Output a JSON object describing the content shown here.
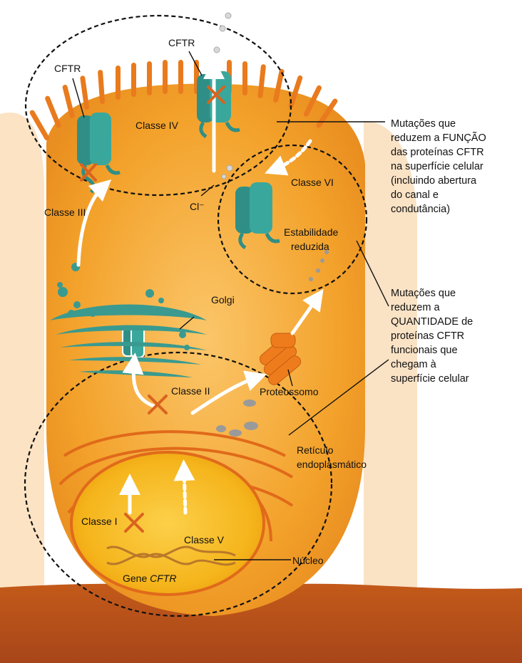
{
  "labels": {
    "cftr_left": "CFTR",
    "cftr_top": "CFTR",
    "classe_iv": "Classe IV",
    "classe_vi": "Classe VI",
    "cl": "Cl⁻",
    "estabilidade": "Estabilidade",
    "reduzida": "reduzida",
    "classe_iii": "Classe III",
    "golgi": "Golgi",
    "classe_ii": "Classe II",
    "proteossomo": "Proteossomo",
    "reticulo": "Retículo",
    "endoplasmatico": "endoplasmático",
    "classe_i": "Classe I",
    "classe_v": "Classe V",
    "nucleo": "Núcleo",
    "gene_prefix": "Gene ",
    "gene_name": "CFTR"
  },
  "annotations": {
    "funcao": "Mutações que\nreduzem a FUNÇÃO\ndas proteínas CFTR\nna superfície celular\n(incluindo abertura\ndo canal e\ncondutância)",
    "quantidade": "Mutações que\nreduzem a\nQUANTIDADE de\nproteínas CFTR\nfuncionais que\nchegam à\nsuperfície celular"
  },
  "colors": {
    "cytoplasm": "#f3a22b",
    "membrane": "#f7c98a",
    "microvilli": "#e97a1d",
    "cftr": "#2f8f86",
    "er": "#e06a1a",
    "nucleus": "#f6b51c",
    "proteasome": "#ef7c1c",
    "substrate": "#b8521a",
    "block_mark": "#d9631f"
  }
}
